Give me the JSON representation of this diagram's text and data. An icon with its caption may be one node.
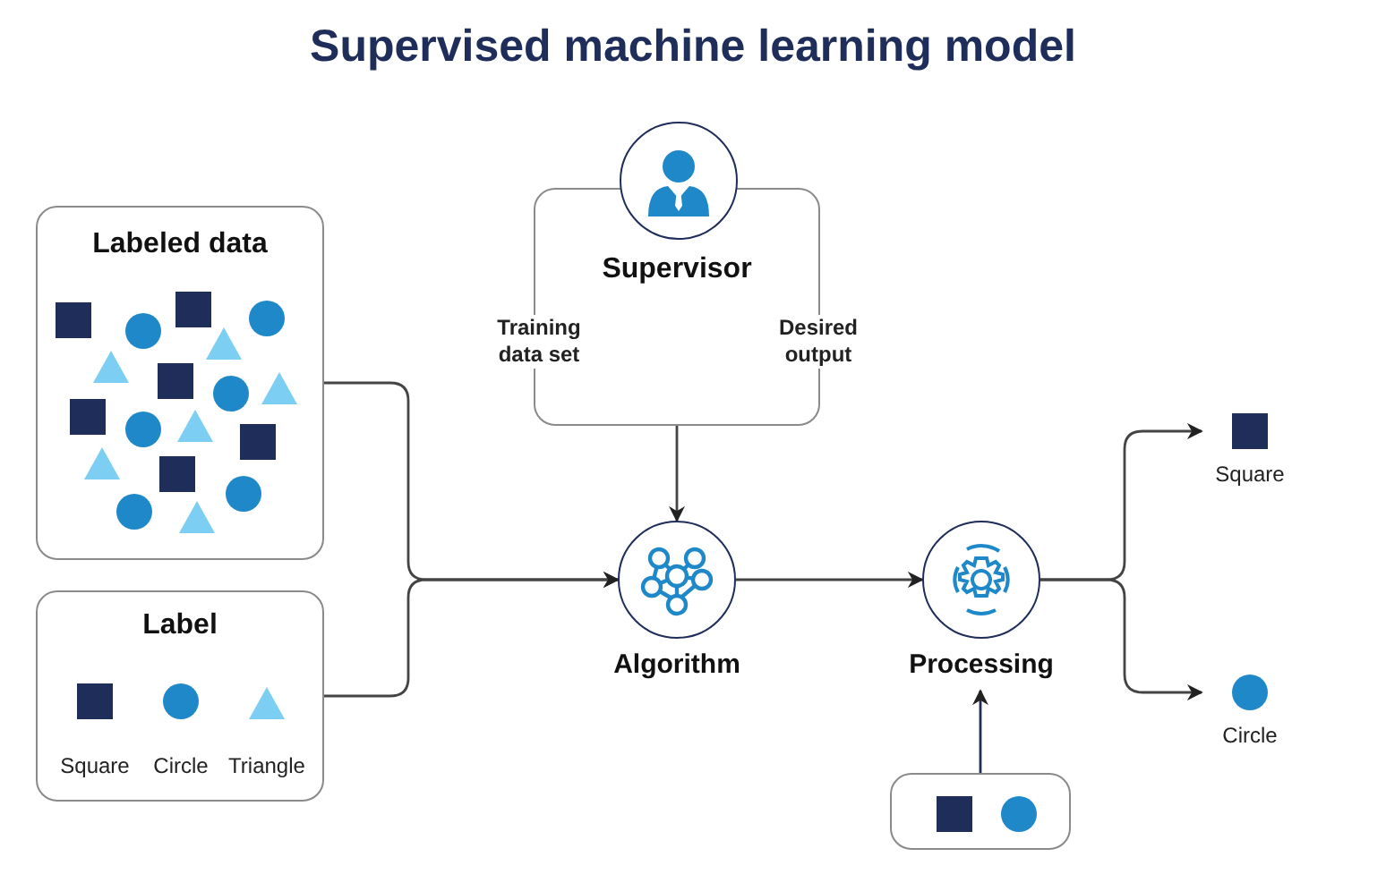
{
  "diagram": {
    "title": "Supervised machine learning model",
    "nodes": [
      {
        "text": [
          "Labeled data"
        ]
      },
      {
        "text": [
          "Label"
        ]
      },
      {
        "text": [
          "Supervisor",
          "Training data set",
          "Desired output"
        ]
      },
      {
        "text": [
          "Algorithm"
        ]
      },
      {
        "text": [
          "Processing"
        ]
      },
      {
        "text": [],
        "shape": "box"
      },
      {
        "text": [
          "Square"
        ]
      },
      {
        "text": [
          "Circle"
        ]
      }
    ],
    "edges": [
      {
        "from": 0,
        "to": 3,
        "arrow": "to"
      },
      {
        "from": 1,
        "to": 3,
        "arrow": "to"
      },
      {
        "from": 2,
        "to": 3,
        "arrow": "to"
      },
      {
        "from": 3,
        "to": 4,
        "arrow": "to"
      },
      {
        "from": 5,
        "to": 4,
        "arrow": "to"
      },
      {
        "from": 4,
        "to": 6,
        "arrow": "to"
      },
      {
        "from": 4,
        "to": 7,
        "arrow": "to"
      }
    ],
    "labels": [
      "Square",
      "Circle",
      "Triangle"
    ]
  }
}
